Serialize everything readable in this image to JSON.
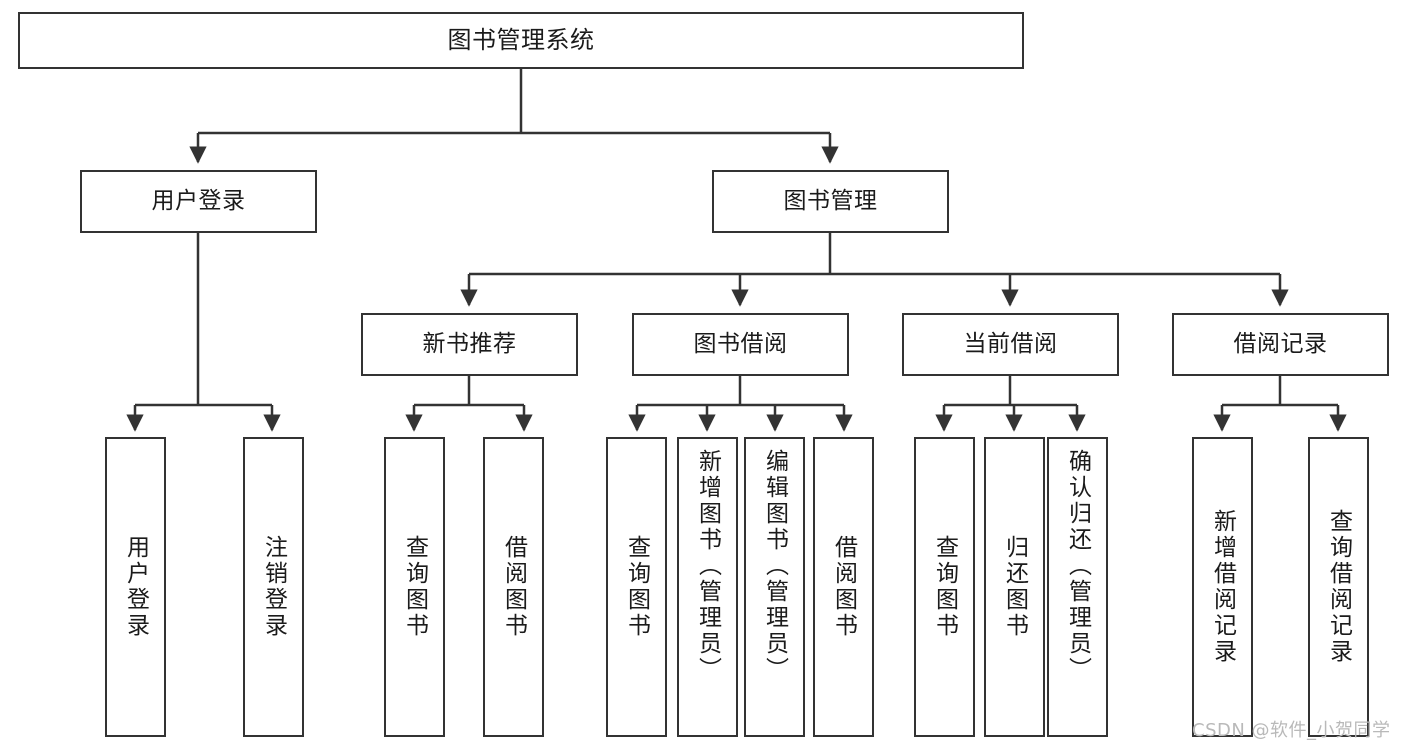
{
  "diagram": {
    "title": "图书管理系统",
    "type": "tree-hierarchy-diagram",
    "style": {
      "background": "#ffffff",
      "node_border": "#333333",
      "node_fill": "#ffffff",
      "edge_color": "#333333",
      "text_color": "#1b1b1b",
      "watermark_color": "#b9b9b9"
    },
    "watermark": "CSDN @软件_小贺同学"
  },
  "nodes": {
    "root": {
      "label": "图书管理系统"
    },
    "level1": [
      {
        "label": "用户登录"
      },
      {
        "label": "图书管理"
      }
    ],
    "level2": [
      {
        "label": "新书推荐"
      },
      {
        "label": "图书借阅"
      },
      {
        "label": "当前借阅"
      },
      {
        "label": "借阅记录"
      }
    ],
    "leaves": {
      "user_login": [
        {
          "label": "用户登录"
        },
        {
          "label": "注销登录"
        }
      ],
      "new_book_recommend": [
        {
          "label": "查询图书"
        },
        {
          "label": "借阅图书"
        }
      ],
      "book_borrow": [
        {
          "label": "查询图书"
        },
        {
          "label": "新增图书（管理员）"
        },
        {
          "label": "编辑图书（管理员）"
        },
        {
          "label": "借阅图书"
        }
      ],
      "current_borrow": [
        {
          "label": "查询图书"
        },
        {
          "label": "归还图书"
        },
        {
          "label": "确认归还（管理员）"
        }
      ],
      "borrow_record": [
        {
          "label": "新增借阅记录"
        },
        {
          "label": "查询借阅记录"
        }
      ]
    }
  }
}
